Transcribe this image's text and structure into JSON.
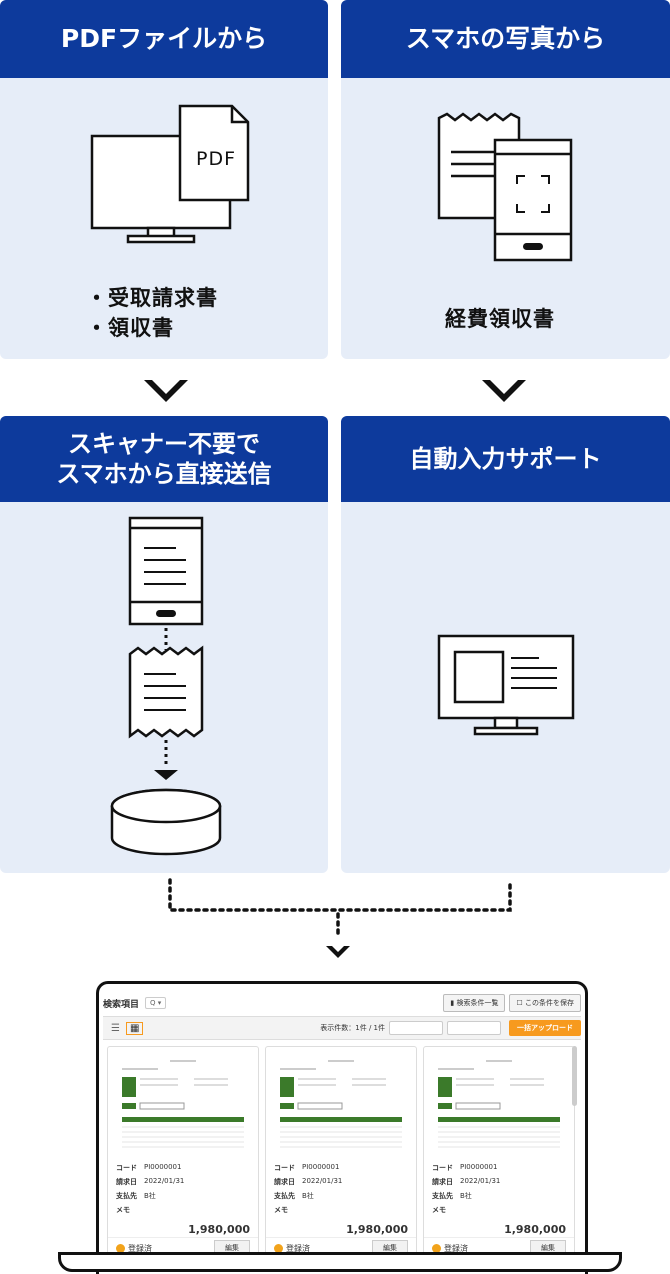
{
  "panels": {
    "pdf": {
      "title": "PDFファイルから",
      "items": [
        "・受取請求書",
        "・領収書"
      ],
      "pdf_label": "PDF"
    },
    "photo": {
      "title": "スマホの写真から",
      "caption": "経費領収書"
    },
    "scanner": {
      "title_lines": [
        "スキャナー不要で",
        "スマホから直接送信"
      ]
    },
    "auto": {
      "title": "自動入力サポート"
    }
  },
  "app": {
    "title": "検索項目",
    "search_toggle": "Q ▾",
    "btn_search_list": "検索条件一覧",
    "btn_save_cond": "この条件を保存",
    "result_count": "表示件数：1件 / 1件",
    "bulk_upload": "一括アップロード",
    "cards": [
      {
        "code_label": "コード",
        "code": "PI0000001",
        "date_label": "請求日",
        "date": "2022/01/31",
        "payee_label": "支払先",
        "payee": "B社",
        "memo_label": "メモ",
        "amount": "1,980,000",
        "status": "登録済",
        "edit": "編集"
      },
      {
        "code_label": "コード",
        "code": "PI0000001",
        "date_label": "請求日",
        "date": "2022/01/31",
        "payee_label": "支払先",
        "payee": "B社",
        "memo_label": "メモ",
        "amount": "1,980,000",
        "status": "登録済",
        "edit": "編集"
      },
      {
        "code_label": "コード",
        "code": "PI0000001",
        "date_label": "請求日",
        "date": "2022/01/31",
        "payee_label": "支払先",
        "payee": "B社",
        "memo_label": "メモ",
        "amount": "1,980,000",
        "status": "登録済",
        "edit": "編集"
      }
    ]
  },
  "colors": {
    "header_blue": "#0d3a9c",
    "panel_bg": "#e6edf8",
    "accent_orange": "#f79a1e"
  }
}
